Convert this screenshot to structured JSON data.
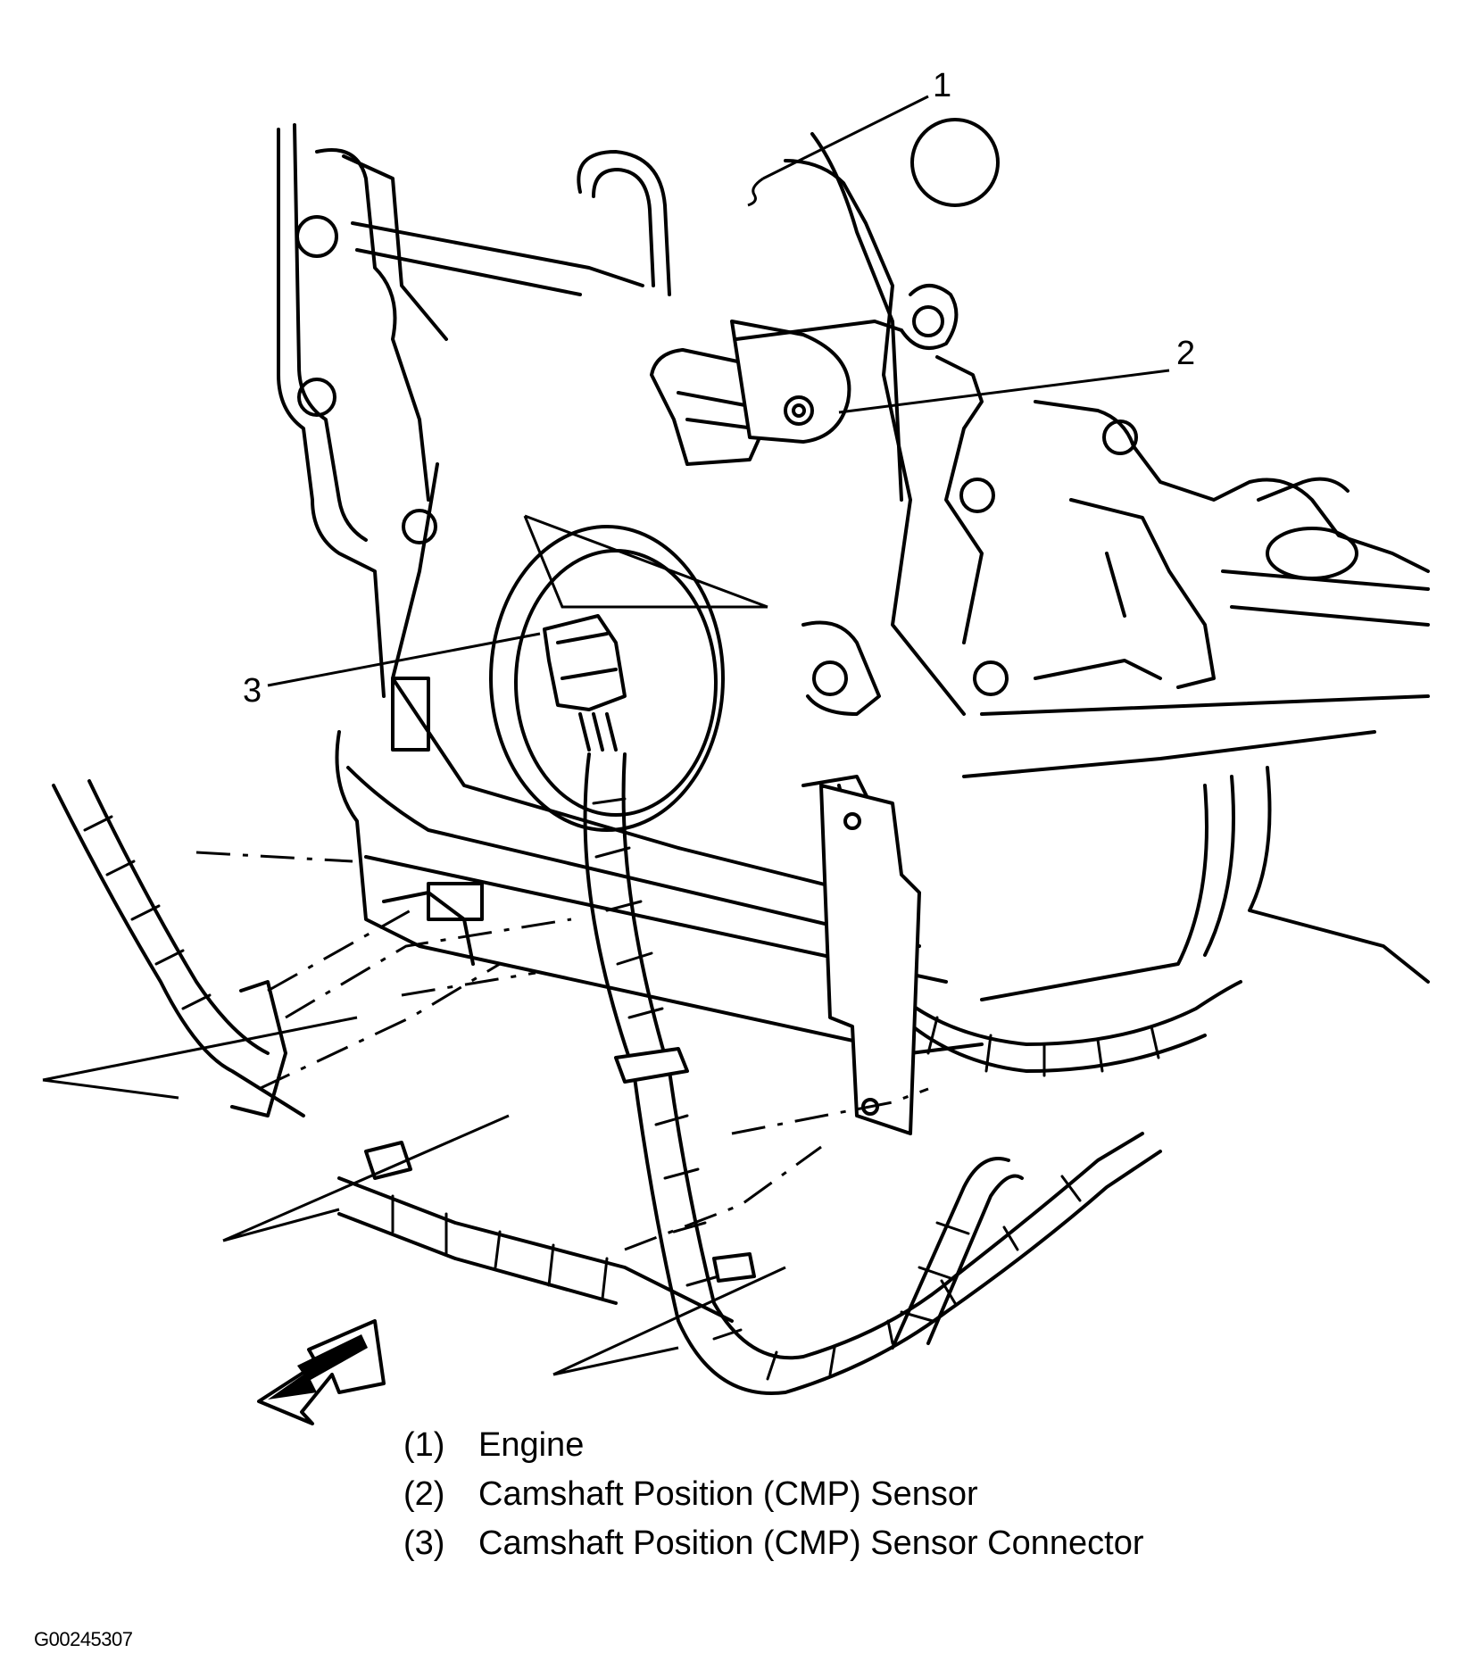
{
  "callouts": [
    {
      "number": "1"
    },
    {
      "number": "2"
    },
    {
      "number": "3"
    }
  ],
  "legend": [
    {
      "number": "(1)",
      "label": "Engine"
    },
    {
      "number": "(2)",
      "label": "Camshaft Position (CMP) Sensor"
    },
    {
      "number": "(3)",
      "label": "Camshaft Position (CMP) Sensor Connector"
    }
  ],
  "figure_id": "G00245307",
  "icons": [
    "front-direction-arrow-icon"
  ]
}
